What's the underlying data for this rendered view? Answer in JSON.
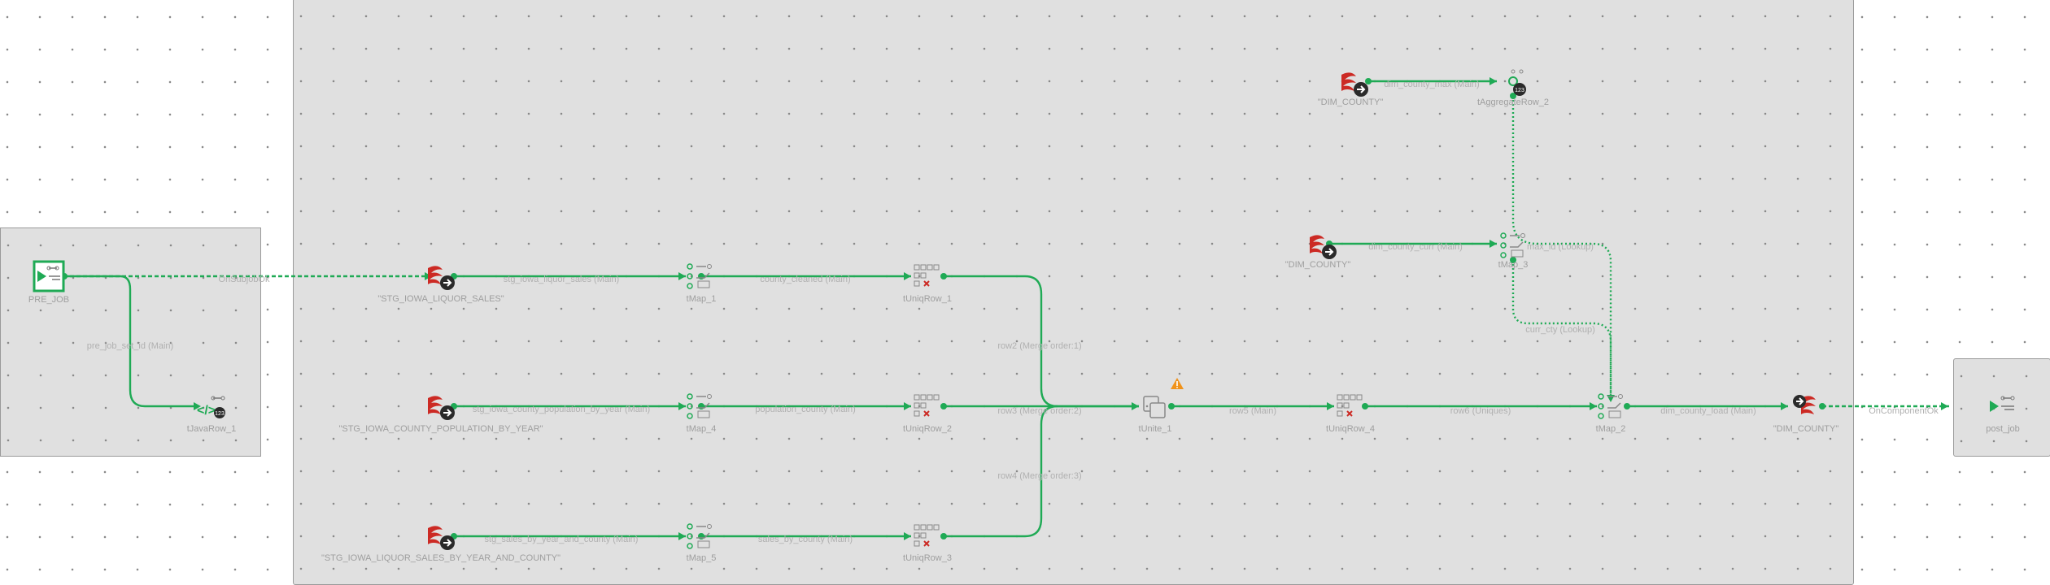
{
  "colors": {
    "flow": "#1faa55",
    "subjob_bg": "#e0e0e0",
    "canvas_bg": "#ffffff",
    "db_red": "#cc2a24",
    "warning": "#f0921a"
  },
  "components": {
    "pre_job": "PRE_JOB",
    "set_var": "tJavaRow_1",
    "stg_liquor_sales": "\"STG_IOWA_LIQUOR_SALES\"",
    "stg_population": "\"STG_IOWA_COUNTY_POPULATION_BY_YEAR\"",
    "stg_sales_by_year": "\"STG_IOWA_LIQUOR_SALES_BY_YEAR_AND_COUNTY\"",
    "tmap1": "tMap_1",
    "tmap4": "tMap_4",
    "tmap5": "tMap_5",
    "uniq1": "tUniqRow_1",
    "uniq2": "tUniqRow_2",
    "uniq3": "tUniqRow_3",
    "unite": "tUnite_1",
    "uniq4": "tUniqRow_4",
    "tmap2": "tMap_2",
    "dim_out": "\"DIM_COUNTY\"",
    "dim_top": "\"DIM_COUNTY\"",
    "aggr": "tAggregateRow_2",
    "dim_mid": "\"DIM_COUNTY\"",
    "tmap3": "tMap_3",
    "post_job": "post_job"
  },
  "flows": {
    "on_subjob_ok_1": "OnSubjobOk",
    "pre_job_to_set": "pre_job_set_id (Main)",
    "stg_liquor_sales_main": "stg_iowa_liquor_sales (Main)",
    "county_cleaned": "county_cleaned (Main)",
    "stg_population_main": "stg_iowa_county_population_by_year (Main)",
    "population_county": "population_county (Main)",
    "stg_sales_by_year_main": "stg_sales_by_year_and_county (Main)",
    "sales_by_county": "sales_by_county (Main)",
    "row2": "row2 (Merge order:1)",
    "row3": "row3 (Merge order:2)",
    "row4": "row4 (Merge order:3)",
    "row5": "row5 (Main)",
    "row6": "row6 (Uniques)",
    "dim_county_load": "dim_county_load (Main)",
    "on_component_ok": "OnComponentOk",
    "dim_county_max": "dim_county_max (Main)",
    "dim_county_curr": "dim_county_curr (Main)",
    "curr_cty": "curr_cty (Lookup)",
    "max_id": "max_id (Lookup)"
  }
}
